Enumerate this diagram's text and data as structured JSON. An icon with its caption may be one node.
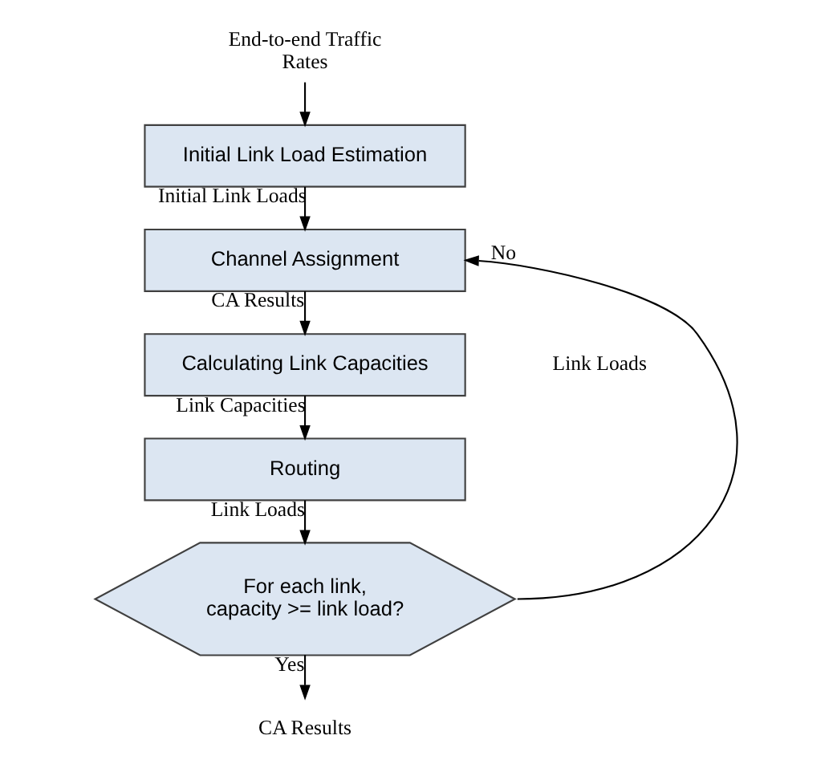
{
  "diagram": {
    "nodes": [
      {
        "text": [
          "End-to-end Traffic Rates"
        ]
      },
      {
        "text": [
          "Initial Link Load Estimation"
        ]
      },
      {
        "text": [
          "Channel Assignment"
        ]
      },
      {
        "text": [
          "Calculating Link Capacities"
        ]
      },
      {
        "text": [
          "Routing"
        ]
      },
      {
        "text": [
          "For each link, capacity >= link load?"
        ]
      },
      {
        "text": [
          "CA Results"
        ]
      }
    ],
    "edges": [
      {
        "from": 0,
        "to": 1,
        "arrow": "to"
      },
      {
        "from": 1,
        "to": 2,
        "arrow": "to",
        "label": "Initial Link Loads"
      },
      {
        "from": 2,
        "to": 3,
        "arrow": "to",
        "label": "CA Results"
      },
      {
        "from": 3,
        "to": 4,
        "arrow": "to",
        "label": "Link Capacities"
      },
      {
        "from": 4,
        "to": 5,
        "arrow": "to",
        "label": "Link Loads"
      },
      {
        "from": 5,
        "to": 6,
        "arrow": "to",
        "label": "Yes"
      },
      {
        "from": 5,
        "to": 2,
        "arrow": "to",
        "label": "No"
      }
    ],
    "labels": [
      "Link Loads"
    ]
  }
}
